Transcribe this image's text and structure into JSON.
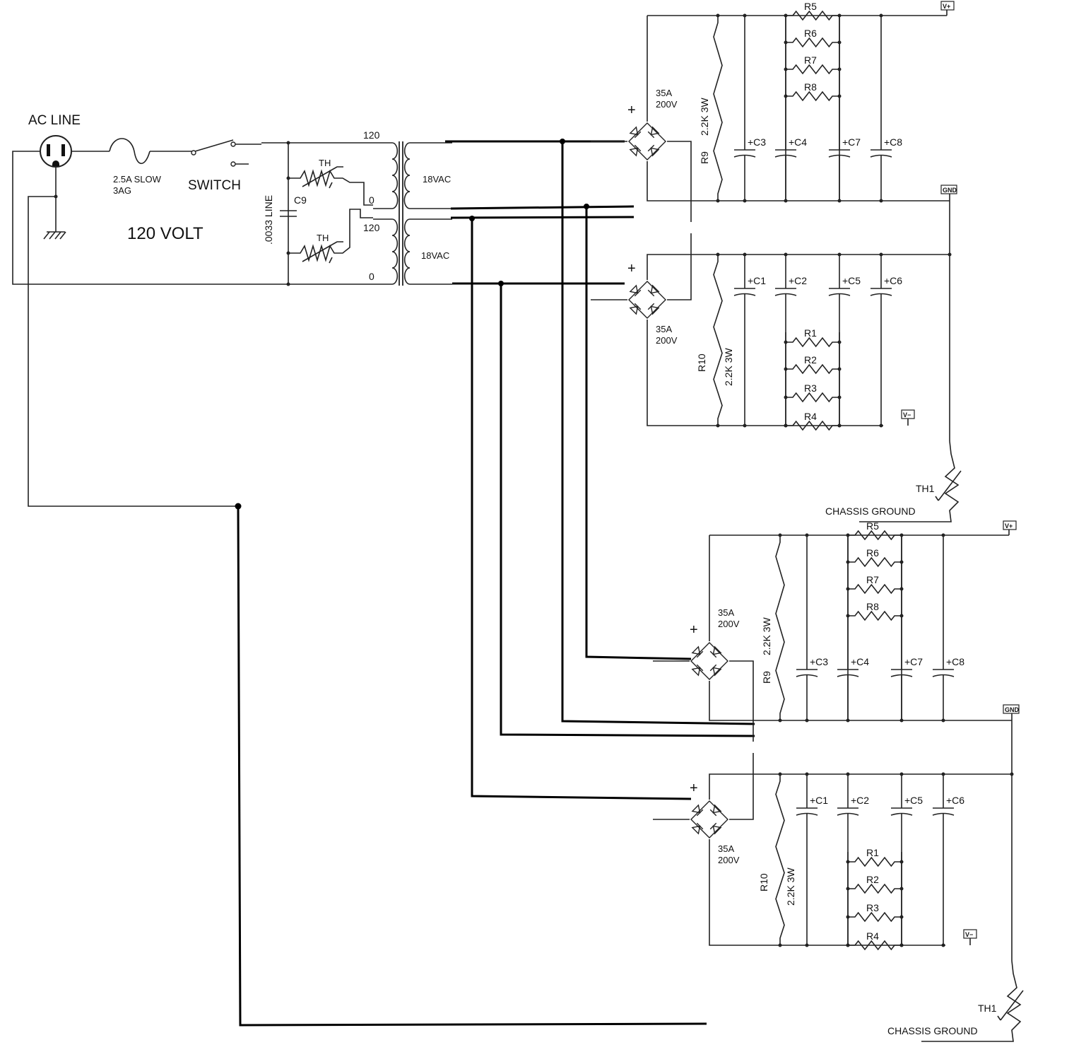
{
  "ac_section": {
    "ac_line": "AC LINE",
    "fuse_rating": "2.5A SLOW",
    "fuse_type": "3AG",
    "switch": "SWITCH",
    "voltage": "120 VOLT",
    "cap_c9_label": "C9",
    "cap_c9_value": ".0033 LINE",
    "thermistor_top": "TH",
    "thermistor_bottom": "TH"
  },
  "transformer": {
    "pri_top_120": "120",
    "pri_top_0": "0",
    "pri_bot_120": "120",
    "pri_bot_0": "0",
    "sec_top": "18VAC",
    "sec_bot": "18VAC"
  },
  "rail_labels": {
    "vplus": "V+",
    "gnd": "GND",
    "vminus": "V−",
    "chassis_ground": "CHASSIS GROUND",
    "th1": "TH1"
  },
  "board": {
    "bridge_rating_a": "35A",
    "bridge_rating_v": "200V",
    "plus_sign": "+",
    "r9_name": "R9",
    "r9_value": "2.2K 3W",
    "r10_name": "R10",
    "r10_value": "2.2K 3W",
    "pos_caps": [
      "C3",
      "C4",
      "C7",
      "C8"
    ],
    "neg_caps": [
      "C1",
      "C2",
      "C5",
      "C6"
    ],
    "pos_resistors": [
      "R5",
      "R6",
      "R7",
      "R8"
    ],
    "neg_resistors": [
      "R1",
      "R2",
      "R3",
      "R4"
    ]
  }
}
